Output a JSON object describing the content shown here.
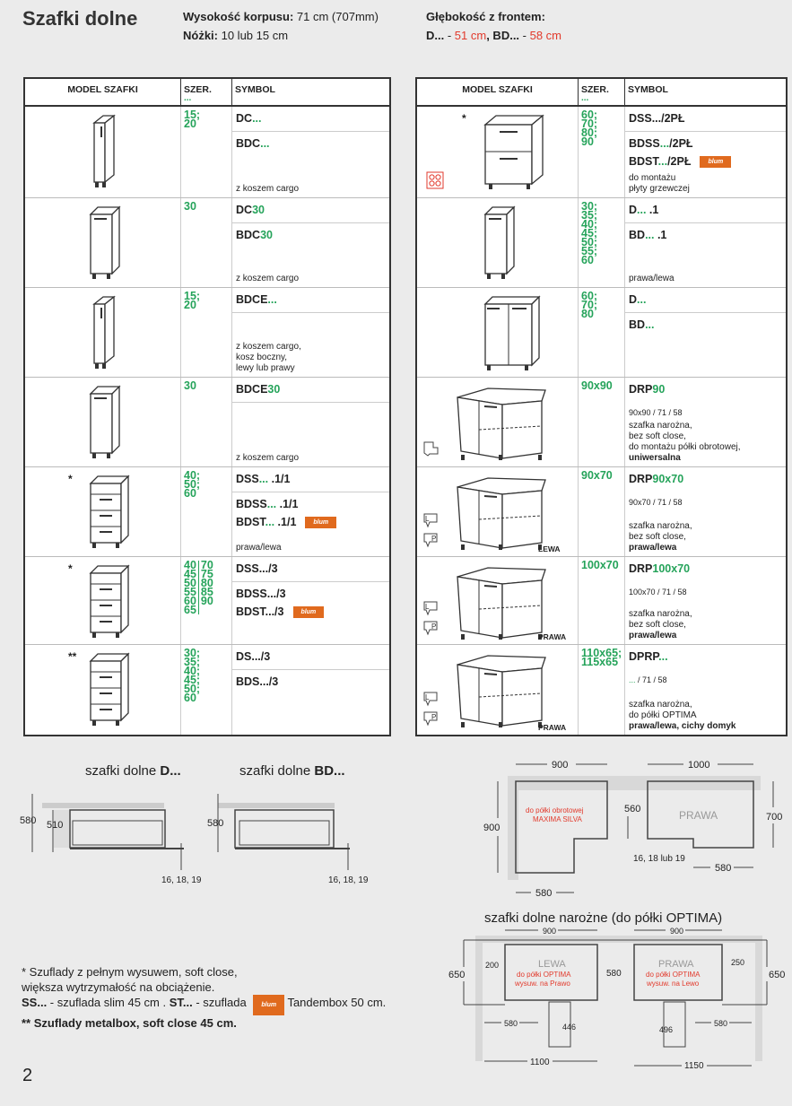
{
  "header": {
    "title": "Szafki dolne",
    "height_label": "Wysokość korpusu:",
    "height_value": " 71 cm (707mm)",
    "legs_label": "Nóżki:",
    "legs_value": " 10 lub 15 cm",
    "depth_label": "Głębokość z frontem:",
    "depth_d": "D...",
    "depth_sep": " - ",
    "depth_d_value": "51 cm",
    "depth_bd": ", BD...",
    "depth_bd_value": "58 cm"
  },
  "columns": {
    "model": "MODEL SZAFKI",
    "width": "SZER.",
    "width_dots": "...",
    "symbol": "SYMBOL"
  },
  "blum_label": "blum",
  "colors": {
    "green": "#25a35a",
    "red": "#e23a2c",
    "blum": "#e06a1e"
  },
  "left_rows": [
    {
      "drawing": "narrow",
      "widths": [
        "15;",
        "20"
      ],
      "sym1": [
        [
          "DC",
          ""
        ],
        [
          "...",
          "g"
        ]
      ],
      "syms": [
        [
          [
            "BDC",
            ""
          ],
          [
            "...",
            "g"
          ]
        ]
      ],
      "note": [
        "z koszem cargo"
      ]
    },
    {
      "drawing": "door",
      "widths": [
        "30"
      ],
      "sym1": [
        [
          "DC",
          ""
        ],
        [
          "30",
          "g"
        ]
      ],
      "syms": [
        [
          [
            "BDC",
            ""
          ],
          [
            "30",
            "g"
          ]
        ]
      ],
      "note": [
        "z koszem cargo"
      ]
    },
    {
      "drawing": "narrow",
      "widths": [
        "15;",
        "20"
      ],
      "sym1": [
        [
          "BDCE",
          ""
        ],
        [
          "...",
          "g"
        ]
      ],
      "syms": [],
      "note": [
        "z koszem cargo,",
        "kosz boczny,",
        "lewy lub prawy"
      ]
    },
    {
      "drawing": "door",
      "widths": [
        "30"
      ],
      "sym1": [
        [
          "BDCE",
          ""
        ],
        [
          "30",
          "g"
        ]
      ],
      "syms": [],
      "note": [
        "z koszem cargo"
      ]
    },
    {
      "star": "*",
      "drawing": "drawers3",
      "widths": [
        "40;",
        "50;",
        "60"
      ],
      "sym1": [
        [
          "DSS",
          ""
        ],
        [
          "...",
          "g"
        ],
        [
          " .1/1",
          ""
        ]
      ],
      "syms": [
        [
          [
            "BDSS",
            ""
          ],
          [
            "...",
            "g"
          ],
          [
            " .1/1",
            ""
          ]
        ],
        [
          [
            "BDST",
            ""
          ],
          [
            "...",
            "g"
          ],
          [
            " .1/1",
            ""
          ]
        ]
      ],
      "blum_on": 1,
      "note": [
        "prawa/lewa"
      ]
    },
    {
      "star": "*",
      "drawing": "drawers3",
      "widths_cols": [
        [
          "40",
          "45",
          "50",
          "55",
          "60",
          "65"
        ],
        [
          "70",
          "75",
          "80",
          "85",
          "90"
        ]
      ],
      "sym1": [
        [
          "DSS.../3",
          ""
        ]
      ],
      "syms": [
        [
          [
            "BDSS.../3",
            ""
          ]
        ],
        [
          [
            "BDST.../3",
            ""
          ]
        ]
      ],
      "blum_on": 1,
      "note": []
    },
    {
      "star": "**",
      "drawing": "drawers3",
      "widths": [
        "30;",
        "35;",
        "40;",
        "45;",
        "50;",
        "60"
      ],
      "sym1": [
        [
          "DS.../3",
          ""
        ]
      ],
      "syms": [
        [
          [
            "BDS.../3",
            ""
          ]
        ]
      ],
      "note": []
    }
  ],
  "right_rows": [
    {
      "star": "*",
      "drawing": "drawers2",
      "icon": "hob",
      "widths": [
        "60;",
        "70;",
        "80;",
        "90"
      ],
      "sym1": [
        [
          "DSS.../2PŁ",
          ""
        ]
      ],
      "syms": [
        [
          [
            "BDSS",
            ""
          ],
          [
            "...",
            "g"
          ],
          [
            "/2PŁ",
            ""
          ]
        ],
        [
          [
            "BDST",
            ""
          ],
          [
            "...",
            "g"
          ],
          [
            "/2PŁ",
            ""
          ]
        ]
      ],
      "blum_on": 1,
      "note": [
        "do montażu",
        "płyty grzewczej"
      ]
    },
    {
      "drawing": "door",
      "widths": [
        "30;",
        "35;",
        "40;",
        "45;",
        "50;",
        "55;",
        "60"
      ],
      "sym1": [
        [
          "D",
          ""
        ],
        [
          "...",
          "g"
        ],
        [
          " .1",
          ""
        ]
      ],
      "syms": [
        [
          [
            "BD",
            ""
          ],
          [
            "...",
            "g"
          ],
          [
            " .1",
            ""
          ]
        ]
      ],
      "note": [
        "prawa/lewa"
      ]
    },
    {
      "drawing": "double",
      "widths": [
        "60;",
        "70;",
        "80"
      ],
      "sym1": [
        [
          "D",
          ""
        ],
        [
          "...",
          "g"
        ]
      ],
      "syms": [
        [
          [
            "BD",
            ""
          ],
          [
            "...",
            "g"
          ]
        ]
      ],
      "note": []
    },
    {
      "drawing": "corner",
      "icon": "corner",
      "widths": [
        "90x90"
      ],
      "nodiv": true,
      "sym1": [
        [
          "DRP",
          ""
        ],
        [
          "90",
          "g"
        ]
      ],
      "sub": [
        [
          "90x90 / 71 / 58",
          ""
        ]
      ],
      "note": [
        "szafka narożna,",
        "bez soft close,",
        "do montażu półki obrotowej,"
      ],
      "note_bold": "uniwersalna"
    },
    {
      "drawing": "corner",
      "icon": "lp",
      "side": "LEWA",
      "widths": [
        "90x70"
      ],
      "nodiv": true,
      "sym1": [
        [
          "DRP",
          ""
        ],
        [
          "90x70",
          "g"
        ]
      ],
      "sub": [
        [
          "90x70 / 71 / 58",
          ""
        ]
      ],
      "note": [
        "szafka narożna,",
        "bez soft close,"
      ],
      "note_bold": "prawa/lewa"
    },
    {
      "drawing": "corner",
      "icon": "lp",
      "side": "PRAWA",
      "widths": [
        "100x70"
      ],
      "nodiv": true,
      "sym1": [
        [
          "DRP",
          ""
        ],
        [
          "100x70",
          "g"
        ]
      ],
      "sub": [
        [
          "100x70 / 71 / 58",
          ""
        ]
      ],
      "note": [
        "szafka narożna,",
        "bez soft close,"
      ],
      "note_bold": "prawa/lewa"
    },
    {
      "drawing": "corner",
      "icon": "lp",
      "side": "PRAWA",
      "widths": [
        "110x65;",
        "115x65"
      ],
      "nodiv": true,
      "sym1": [
        [
          "DPRP",
          ""
        ],
        [
          "...",
          "g"
        ]
      ],
      "sub": [
        [
          "...",
          "g"
        ],
        [
          " / 71 / 58",
          ""
        ]
      ],
      "note": [
        "szafka narożna,",
        "do półki OPTIMA"
      ],
      "note_bold": "prawa/lewa, cichy domyk"
    }
  ],
  "diagrams": {
    "d_title": "szafki dolne ",
    "d_title_b": "D...",
    "bd_title": "szafki dolne ",
    "bd_title_b": "BD...",
    "d_580": "580",
    "d_510": "510",
    "d_thick": "16, 18, 19",
    "bd_580": "580",
    "bd_thick": "16, 18, 19",
    "c_900w": "900",
    "c_1000w": "1000",
    "c_900h": "900",
    "c_560": "560",
    "c_700": "700",
    "c_thick": "16, 18 lub 19",
    "c_580r": "580",
    "c_580l": "580",
    "c_red1": "do półki obrotowej",
    "c_red2": "MAXIMA SILVA",
    "c_prawa": "PRAWA",
    "o_title": "szafki dolne narożne (do półki OPTIMA)",
    "o_900l": "900",
    "o_900r": "900",
    "o_650l": "650",
    "o_650r": "650",
    "o_200": "200",
    "o_250": "250",
    "o_580m": "580",
    "o_lewa": "LEWA",
    "o_lewa_r1": "do półki OPTIMA",
    "o_lewa_r2": "wysuw. na Prawo",
    "o_prawa": "PRAWA",
    "o_prawa_r1": "do półki OPTIMA",
    "o_prawa_r2": "wysuw. na Lewo",
    "o_580l": "580",
    "o_446": "446",
    "o_496": "496",
    "o_580r": "580",
    "o_1100": "1100",
    "o_1150": "1150"
  },
  "footnotes": {
    "l1": "* Szuflady z pełnym wysuwem, soft close,",
    "l2": "większa wytrzymałość na obciążenie.",
    "l3a": "SS...",
    "l3b": " - szuflada slim 45 cm . ",
    "l3c": "ST...",
    "l3d": " - szuflada ",
    "l3e": " Tandembox 50 cm.",
    "l4": "** Szuflady metalbox, soft close 45 cm."
  },
  "page_number": "2"
}
